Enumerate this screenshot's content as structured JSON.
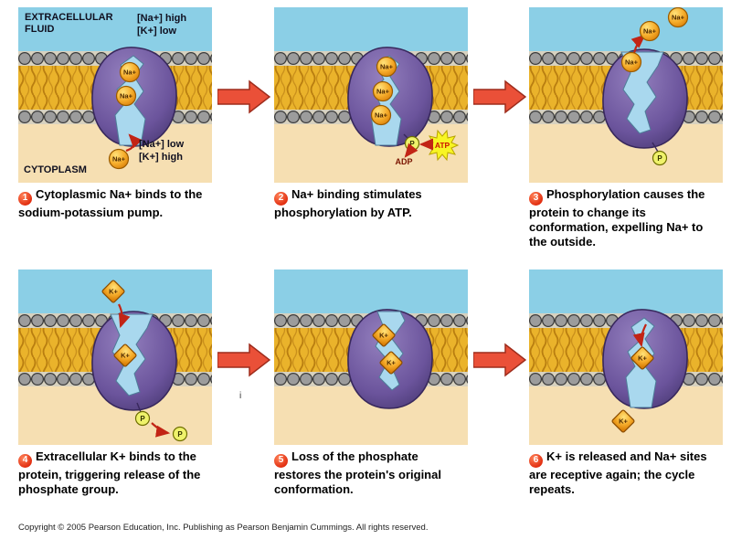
{
  "title_labels": {
    "extracellular_fluid": "EXTRACELLULAR FLUID",
    "na_high": "[Na+] high",
    "k_low": "[K+] low",
    "cytoplasm": "CYTOPLASM",
    "na_low": "[Na+] low",
    "k_high": "[K+] high"
  },
  "ions": {
    "na": "Na+",
    "k": "K+",
    "p": "P",
    "adp": "ADP",
    "atp": "ATP"
  },
  "steps": [
    {
      "num": "1",
      "text": "Cytoplasmic Na+ binds to the sodium-potassium pump."
    },
    {
      "num": "2",
      "text": "Na+ binding stimulates phosphorylation by ATP."
    },
    {
      "num": "3",
      "text": "Phosphorylation causes the protein to change its conformation, expelling Na+ to the outside."
    },
    {
      "num": "4",
      "text": "Extracellular K+ binds to the protein, triggering release of the phosphate group."
    },
    {
      "num": "5",
      "text": "Loss of the phosphate restores the protein's original conformation."
    },
    {
      "num": "6",
      "text": "K+ is released and Na+ sites are receptive again; the cycle repeats."
    }
  ],
  "misc": {
    "stray_mark": "i"
  },
  "copyright": "Copyright © 2005 Pearson Education, Inc. Publishing as Pearson Benjamin Cummings. All rights reserved.",
  "colors": {
    "extracellular_blue": "#8BCFE6",
    "cytoplasm_tan": "#F6DFB2",
    "membrane_gold": "#EAB32B",
    "lipid_head_gray": "#9C9C9C",
    "protein_purple": "#6B549C",
    "channel_blue": "#A9D8EE",
    "ion_orange": "#F6AE2D",
    "phosphate_yellow": "#EFF26B",
    "atp_yellow": "#F8F523",
    "arrow_red": "#EA5038",
    "badge_red": "#E23012"
  }
}
